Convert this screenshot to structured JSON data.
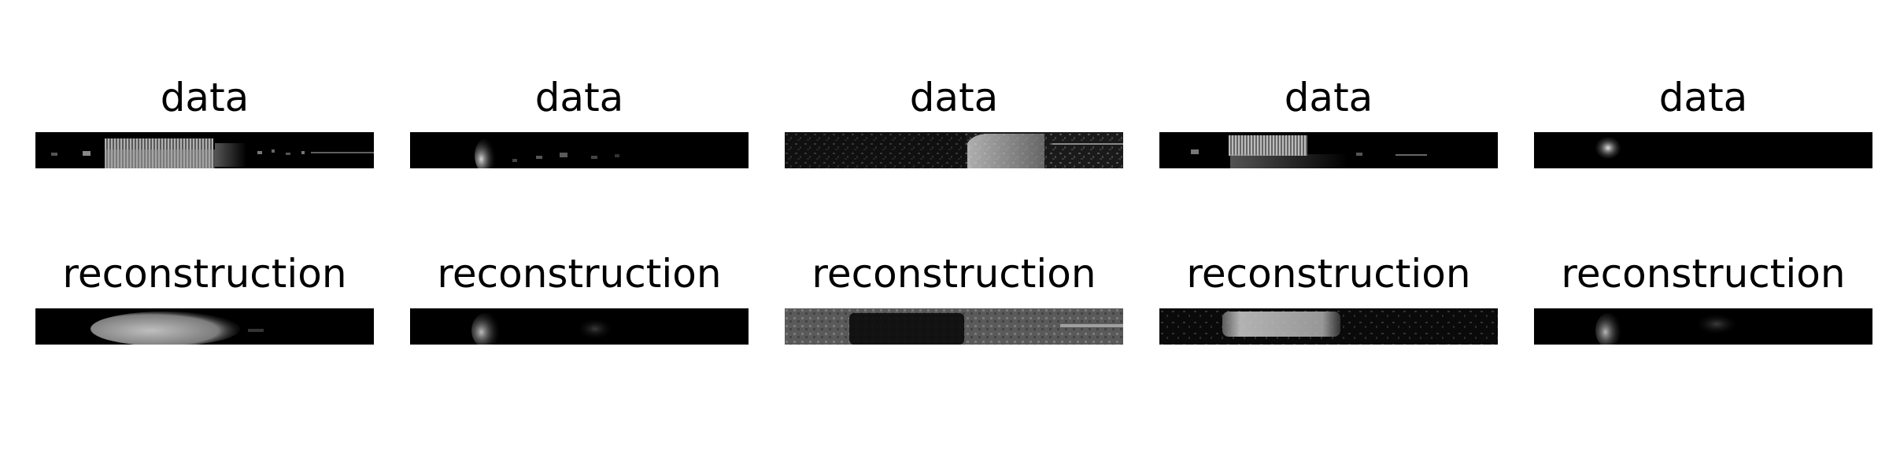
{
  "figure": {
    "panels": [
      {
        "row": 0,
        "col": 0,
        "title": "data"
      },
      {
        "row": 0,
        "col": 1,
        "title": "data"
      },
      {
        "row": 0,
        "col": 2,
        "title": "data"
      },
      {
        "row": 0,
        "col": 3,
        "title": "data"
      },
      {
        "row": 0,
        "col": 4,
        "title": "data"
      },
      {
        "row": 1,
        "col": 0,
        "title": "reconstruction"
      },
      {
        "row": 1,
        "col": 1,
        "title": "reconstruction"
      },
      {
        "row": 1,
        "col": 2,
        "title": "reconstruction"
      },
      {
        "row": 1,
        "col": 3,
        "title": "reconstruction"
      },
      {
        "row": 1,
        "col": 4,
        "title": "reconstruction"
      }
    ]
  }
}
